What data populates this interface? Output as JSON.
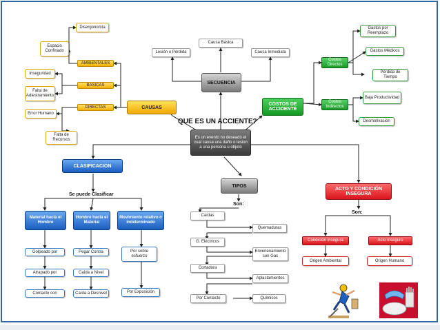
{
  "title": "QUE ES UN ACCIENTE?",
  "definition": "Es un evento no deseado el cual causa una daño o lesion a una persona u objeto",
  "secuencia": {
    "label": "SECUENCIA",
    "items": [
      "Causa Básica",
      "Lesión o Pérdida",
      "Causa Inmediata"
    ]
  },
  "causas": {
    "label": "CAUSAS",
    "categories": [
      "AMBIENTALES",
      "BASICAS",
      "DIRECTAS"
    ],
    "items": [
      "Disergonomía",
      "Espacio Confinado",
      "Inseguridad",
      "Falta de Adiestramiento",
      "Error Humano",
      "Falta de Recursos"
    ]
  },
  "costos": {
    "label": "COSTOS DE ACCIDENTE",
    "directos": "Costos Directos",
    "indirectos": "Costos Indirectos",
    "items": [
      "Gastos por Reemplazo",
      "Gastos Médicos",
      "Pérdida de Tiempo",
      "Baja Productividad",
      "Desmotivación"
    ]
  },
  "clasificacion": {
    "label": "CLASIFICACION",
    "sub": "Se puede Clasificar",
    "columns": [
      {
        "title": "Material hacia el Hombre",
        "items": [
          "Golpeado por",
          "Atrapado por",
          "Contacto con"
        ]
      },
      {
        "title": "Hombre hacia el Material",
        "items": [
          "Pegar Contra",
          "Caída a Nivel",
          "Caída a Desnivel"
        ]
      },
      {
        "title": "Movimiento relativo o indeterminado",
        "items": [
          "Por sobre esfuerzo",
          "Por Exposición"
        ]
      }
    ]
  },
  "tipos": {
    "label": "TIPOS",
    "son": "Son:",
    "items": [
      "Caídas",
      "Quemaduras",
      "G. Eléctricos",
      "Envenenamiento con Gas",
      "Cortadura",
      "Aplastamientos",
      "Por Contacto",
      "Químicos"
    ]
  },
  "acto": {
    "label": "ACTO Y CONDICIÓN INSEGURA",
    "son": "Son:",
    "condicion": "Condición Insegura",
    "acto": "Acto Inseguro",
    "origen_ambiental": "Origen Ambiental",
    "origen_humano": "Origen Humano"
  },
  "icons": [
    "falling-worker-icon",
    "safety-equipment-icon"
  ],
  "colors": {
    "frame": "#2a6aa8",
    "yellow": "#f2a900",
    "green": "#149a25",
    "red": "#d8141c",
    "blue": "#1a5ec0",
    "gray": "#7a7a7a"
  }
}
